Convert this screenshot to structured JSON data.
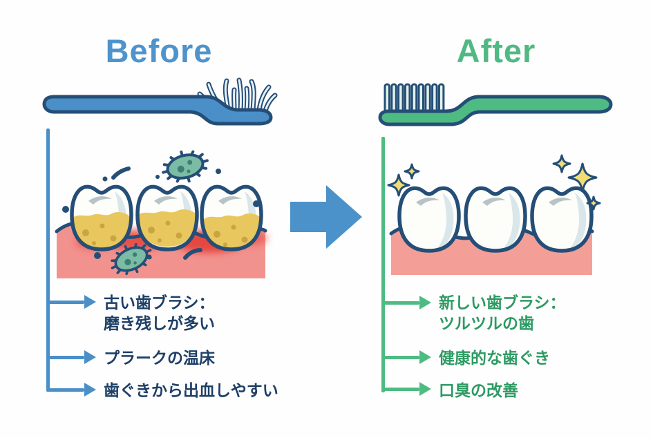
{
  "palette": {
    "navy": "#254E77",
    "before_accent": "#4A8FC7",
    "before_text": "#1E3F66",
    "title_before": "#4E93CC",
    "after_accent": "#4DBB82",
    "after_text": "#2E9A63",
    "title_after": "#50B983",
    "arrow_blue": "#4C92CA",
    "gum_pink": "#F2928E",
    "gum_healthy": "#F49E98",
    "inflamed": "#E4443C",
    "inflamed_dark": "#C74038",
    "plaque": "#E8C75F",
    "plaque_dot": "#C9A443",
    "bacteria": "#7ABCA4",
    "bacteria_spot": "#3D7F74",
    "sparkle": "#F2DC74",
    "tooth_shade": "#D9E6EA",
    "gloss_gray": "#9AA9B0",
    "bristle_light": "#E7F1F8",
    "bristle_mint": "#E2F2E9"
  },
  "before": {
    "title": "Before",
    "bullets": [
      {
        "lines": [
          "古い歯ブラシ：",
          "磨き残しが多い"
        ]
      },
      {
        "lines": [
          "プラークの温床"
        ]
      },
      {
        "lines": [
          "歯ぐきから出血しやすい"
        ]
      }
    ]
  },
  "after": {
    "title": "After",
    "bullets": [
      {
        "lines": [
          "新しい歯ブラシ：",
          "ツルツルの歯"
        ]
      },
      {
        "lines": [
          "健康的な歯ぐき"
        ]
      },
      {
        "lines": [
          "口臭の改善"
        ]
      }
    ]
  },
  "icons": {
    "center_arrow": "right-arrow",
    "before_brush": "worn-frayed-toothbrush",
    "after_brush": "new-toothbrush",
    "before_teeth": "teeth-with-plaque-and-bacteria",
    "after_teeth": "clean-teeth-with-sparkles"
  }
}
